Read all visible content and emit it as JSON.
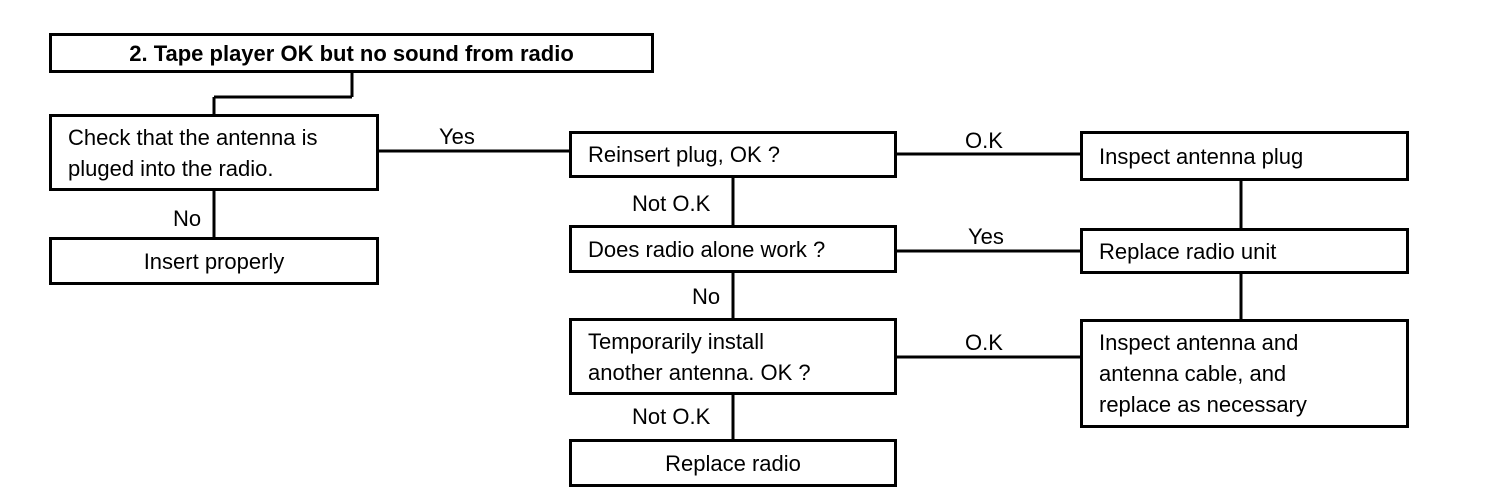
{
  "title": "2. Tape player OK but no sound from radio",
  "boxes": {
    "check_antenna": [
      "Check that the antenna is",
      "pluged into the radio."
    ],
    "insert_properly": "Insert properly",
    "reinsert_plug": "Reinsert plug, OK ?",
    "inspect_antenna_plug": "Inspect antenna plug",
    "radio_alone": "Does radio alone work ?",
    "replace_radio_unit": "Replace radio unit",
    "temporarily_install": [
      "Temporarily install",
      "another antenna. OK ?"
    ],
    "inspect_antenna_cable": [
      "Inspect antenna and",
      "antenna cable, and",
      "replace as necessary"
    ],
    "replace_radio": "Replace radio"
  },
  "labels": {
    "yes_1": "Yes",
    "no_1": "No",
    "ok_1": "O.K",
    "not_ok_1": "Not O.K",
    "yes_2": "Yes",
    "no_2": "No",
    "ok_2": "O.K",
    "not_ok_2": "Not O.K"
  }
}
